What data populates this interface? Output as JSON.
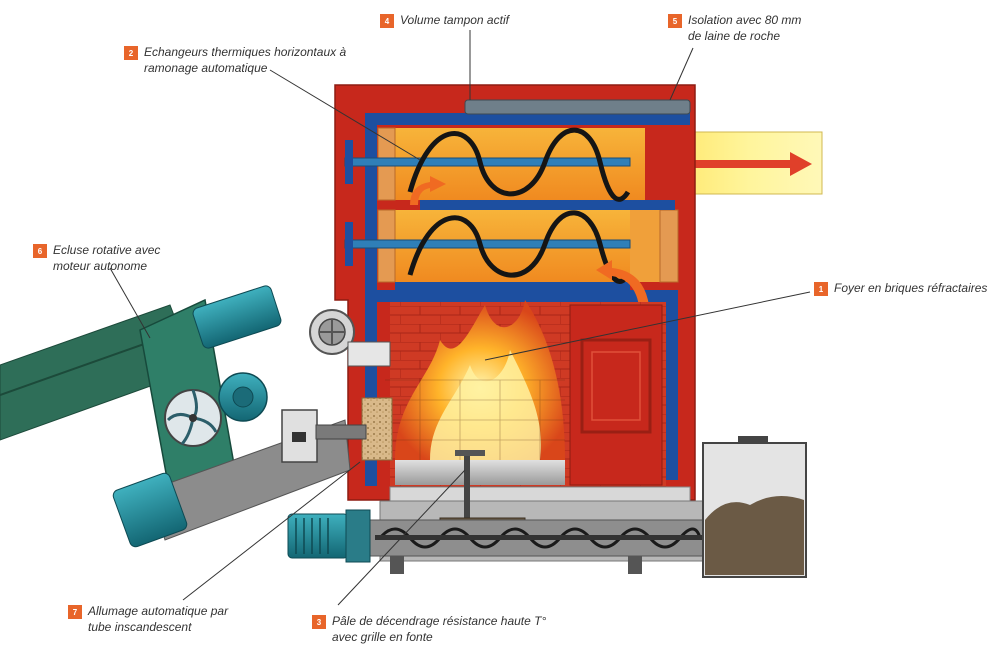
{
  "callouts": [
    {
      "num": "1",
      "lines": [
        "Foyer en briques réfractaires"
      ]
    },
    {
      "num": "2",
      "lines": [
        "Echangeurs thermiques horizontaux à",
        "ramonage automatique"
      ]
    },
    {
      "num": "3",
      "lines": [
        "Pâle de décendrage résistance haute T°",
        "avec grille en fonte"
      ]
    },
    {
      "num": "4",
      "lines": [
        "Volume tampon actif"
      ]
    },
    {
      "num": "5",
      "lines": [
        "Isolation avec 80 mm",
        "de laine de roche"
      ]
    },
    {
      "num": "6",
      "lines": [
        "Ecluse rotative avec",
        "moteur autonome"
      ]
    },
    {
      "num": "7",
      "lines": [
        "Allumage automatique par",
        "tube inscandescent"
      ]
    }
  ],
  "colors": {
    "badge": "#e8652a",
    "boiler_red": "#c7281c",
    "water_blue": "#1d4fa0",
    "flue_yellow": "#fff18a",
    "motor_teal": "#1e8a98",
    "feed_green": "#2e6e58",
    "ash": "#6b5a45"
  },
  "icons": [
    "flame-icon",
    "fan-icon",
    "arrow-icon",
    "screw-conveyor-icon",
    "motor-icon"
  ]
}
